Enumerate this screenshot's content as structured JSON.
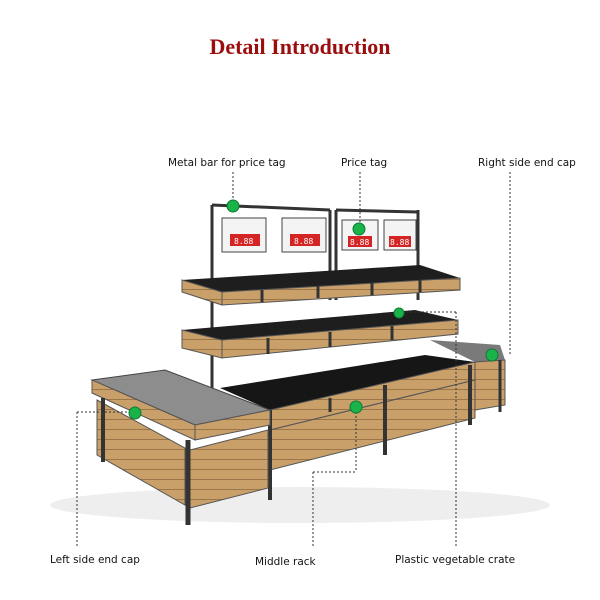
{
  "title": "Detail Introduction",
  "labels": {
    "metal_bar": "Metal bar for price tag",
    "price_tag": "Price tag",
    "right_end_cap": "Right side end cap",
    "left_end_cap": "Left side  end cap",
    "middle_rack": "Middle rack",
    "plastic_crate": "Plastic vegetable crate"
  },
  "price_tags": [
    "8.88",
    "8.88",
    "8.88",
    "8.88"
  ],
  "colors": {
    "title": "#9b0e0e",
    "wood": "#c9a06a",
    "metal": "#3b3b3b",
    "marker": "#19b34a"
  }
}
